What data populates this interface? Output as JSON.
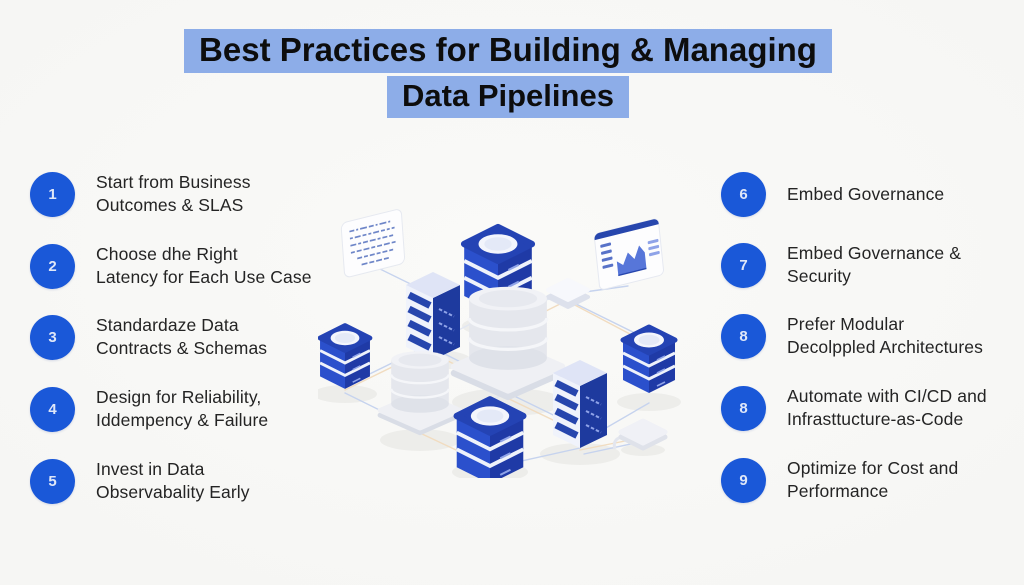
{
  "title": {
    "line1": "Best Practices for Building & Managing",
    "line2": "Data Pipelines"
  },
  "colors": {
    "title_highlight": "#8dade8",
    "badge_blue": "#1a58d8",
    "body_text": "#242424",
    "background": "#f7f7f5",
    "illustration_navy": "#1e3a9e",
    "illustration_blue": "#2b50cc",
    "line_blue": "#c6d3ee",
    "line_orange": "#f1dcc0"
  },
  "left_items": [
    {
      "number": "1",
      "line1": "Start from Business",
      "line2": "Outcomes & SLAS"
    },
    {
      "number": "2",
      "line1": "Choose dhe Right",
      "line2": "Latency for Each Use Case"
    },
    {
      "number": "3",
      "line1": "Standardaze Data",
      "line2": "Contracts & Schemas"
    },
    {
      "number": "4",
      "line1": "Design for Reliability,",
      "line2": "Iddempency & Failure"
    },
    {
      "number": "5",
      "line1": "Invest in Data",
      "line2": "Observabality Early"
    }
  ],
  "right_items": [
    {
      "number": "6",
      "line1": "Embed Governance",
      "line2": ""
    },
    {
      "number": "7",
      "line1": "Embed Governance &",
      "line2": "Security"
    },
    {
      "number": "8",
      "line1": "Prefer Modular",
      "line2": "Decolppled Architectures"
    },
    {
      "number": "8",
      "line1": "Automate with CI/CD and",
      "line2": "Infrasttucture-as-Code"
    },
    {
      "number": "9",
      "line1": "Optimize for Cost and",
      "line2": "Performance"
    }
  ],
  "illustration": {
    "name": "isometric-data-pipeline-network",
    "description": "Isometric network of database stacks, server towers, document card, analytics dashboard and devices connected by blue and orange data lines"
  }
}
